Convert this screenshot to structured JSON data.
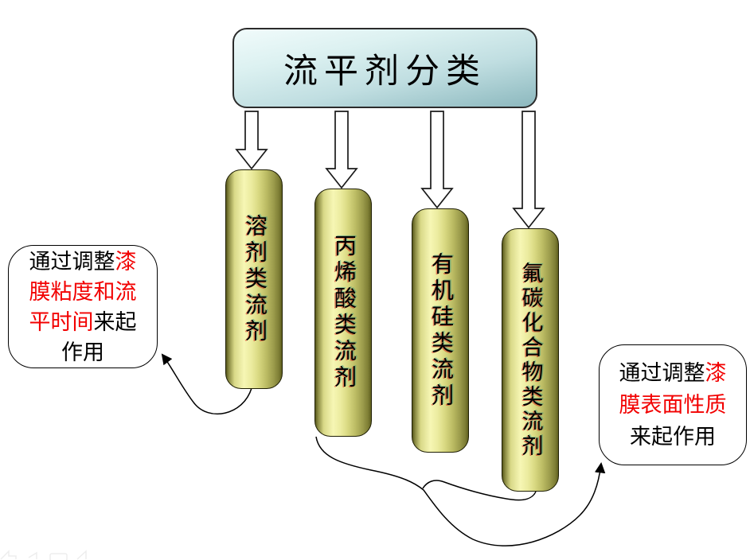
{
  "title": "流平剂分类",
  "cylinders": [
    {
      "label": "溶剂类流剂"
    },
    {
      "label": "丙烯酸类流剂"
    },
    {
      "label": "有机硅类流剂"
    },
    {
      "label": "氟碳化合物类流剂"
    }
  ],
  "callout_left": {
    "prefix": "通过调整",
    "highlight": "漆膜粘度和流平时间",
    "suffix": "来起作用"
  },
  "callout_right": {
    "prefix": "通过调整",
    "highlight": "漆膜表面性质",
    "suffix": "来起作用"
  },
  "colors": {
    "highlight_text": "#f20000",
    "title_gradient_light": "#f1fbfb",
    "title_gradient_dark": "#8db8be",
    "cylinder_light": "#f6f6b4",
    "cylinder_dark": "#57571c",
    "arrow_fill": "#ffffff",
    "outline": "#000000"
  }
}
